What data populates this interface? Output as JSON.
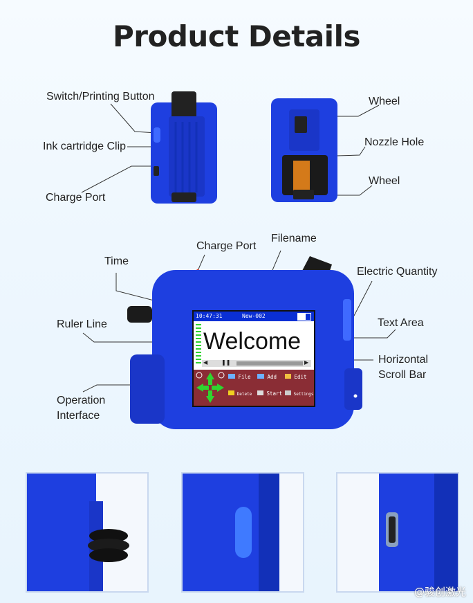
{
  "page": {
    "title": "Product Details",
    "watermark": "@骏创激光"
  },
  "labels": {
    "switch_button": "Switch/Printing Button",
    "ink_clip": "Ink cartridge Clip",
    "charge_port_top": "Charge Port",
    "wheel_top": "Wheel",
    "nozzle_hole": "Nozzle Hole",
    "wheel_bottom": "Wheel",
    "charge_port_main": "Charge Port",
    "filename": "Filename",
    "time": "Time",
    "electric_quantity": "Electric Quantity",
    "ruler_line": "Ruler Line",
    "text_area": "Text Area",
    "horizontal_scroll_1": "Horizontal",
    "horizontal_scroll_2": "Scroll Bar",
    "operation_1": "Operation",
    "operation_2": "Interface"
  },
  "screen": {
    "time": "10:47:31",
    "filename": "New-002",
    "text": "Welcome",
    "buttons": {
      "file": "File",
      "add": "Add",
      "edit": "Edit",
      "delete": "Delete",
      "start": "Start",
      "settings": "Settings"
    }
  },
  "colors": {
    "device_blue": "#1e3fe0",
    "device_dark": "#1230b8",
    "screen_top": "#0a2fd4",
    "screen_panel": "#8a2d35",
    "arrow_green": "#2fd42f"
  }
}
